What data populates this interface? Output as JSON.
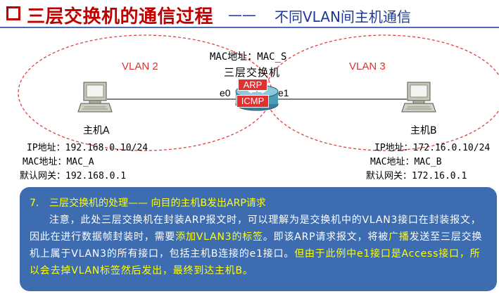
{
  "title": {
    "main": "三层交换机的通信过程",
    "dash": "——",
    "subtitle": "不同VLAN间主机通信"
  },
  "switch": {
    "mac": "MAC地址：MAC_S",
    "name": "三层交换机",
    "port_left": "e0",
    "port_right": "e1",
    "tag_arp": "ARP",
    "tag_icmp": "ICMP"
  },
  "vlans": {
    "left": "VLAN 2",
    "right": "VLAN 3"
  },
  "host_a": {
    "name": "主机A",
    "ip": "IP地址：192.168.0.10/24",
    "mac": "MAC地址：MAC_A",
    "gateway": "默认网关：192.168.0.1"
  },
  "host_b": {
    "name": "主机B",
    "ip": "IP地址：172.16.0.10/24",
    "mac": "MAC地址：MAC_B",
    "gateway": "默认网关：172.16.0.1"
  },
  "info": {
    "step_number": "7.",
    "step_title": "三层交换机的处理—— 向目的主机B发出ARP请求",
    "p1": "注意，此处三层交换机在封装ARP报文时，可以理解为是交换机中的VLAN3接口在封装报文，因此在进行数据帧封装时，需要",
    "p1_hl": "添加VLAN3的标签",
    "p2": "。即该ARP请求报文，将被",
    "p2_hl": "广播",
    "p3": "发送至三层交换机上属于VLAN3的所有接口，包括主机B连接的e1接口。",
    "p3_hl": "但由于此例中e1接口是Access接口，所以会去掉VLAN标签然后发出，最终到达主机B。"
  },
  "colors": {
    "accent": "#c00000",
    "subtitle": "#1f3a93",
    "vlan_label": "#e03030",
    "info_bg": "#3e6cb1",
    "highlight": "#ffff00",
    "ellipse": "#e04040"
  },
  "icons": {
    "host_a": "desktop-computer-icon",
    "host_b": "desktop-computer-icon",
    "switch": "layer3-switch-icon"
  }
}
